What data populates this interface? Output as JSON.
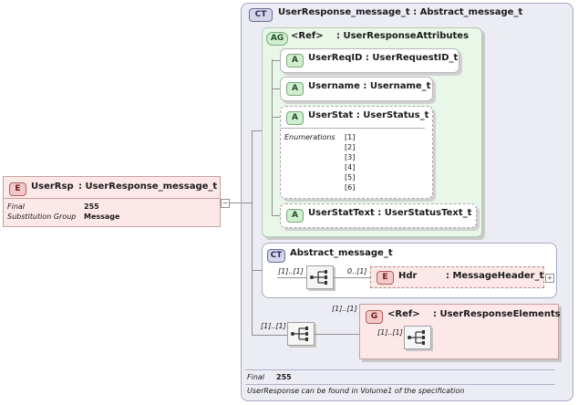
{
  "root": {
    "badge": "E",
    "name": "UserRsp",
    "type": ": UserResponse_message_t",
    "props": [
      {
        "key": "Final",
        "value": "255"
      },
      {
        "key": "Substitution Group",
        "value": "Message"
      }
    ]
  },
  "complex_type": {
    "badge": "CT",
    "title": "UserResponse_message_t : Abstract_message_t",
    "footer_final_key": "Final",
    "footer_final_value": "255",
    "footer_note": "UserResponse can be found in Volume1 of the specification"
  },
  "attribute_group": {
    "badge": "AG",
    "ref": "<Ref>",
    "name": ": UserResponseAttributes",
    "attributes": [
      {
        "badge": "A",
        "label": "UserReqID : UserRequestID_t"
      },
      {
        "badge": "A",
        "label": "Username : Username_t"
      },
      {
        "badge": "A",
        "label": "UserStat : UserStatus_t"
      },
      {
        "badge": "A",
        "label": "UserStatText : UserStatusText_t"
      }
    ],
    "enumerations_label": "Enumerations",
    "enumerations": [
      "[1]",
      "[2]",
      "[3]",
      "[4]",
      "[5]",
      "[6]"
    ]
  },
  "abstract_type": {
    "badge": "CT",
    "title": "Abstract_message_t",
    "seq_cardinality": "[1]..[1]",
    "hdr_cardinality": "0..[1]",
    "hdr": {
      "badge": "E",
      "name": "Hdr",
      "type": ": MessageHeader_t"
    }
  },
  "group": {
    "outer_cardinality": "[1]..[1]",
    "seq_cardinality": "[1]..[1]",
    "badge": "G",
    "ref": "<Ref>",
    "name": ": UserResponseElements",
    "inner_cardinality": "[1]..[1]"
  }
}
